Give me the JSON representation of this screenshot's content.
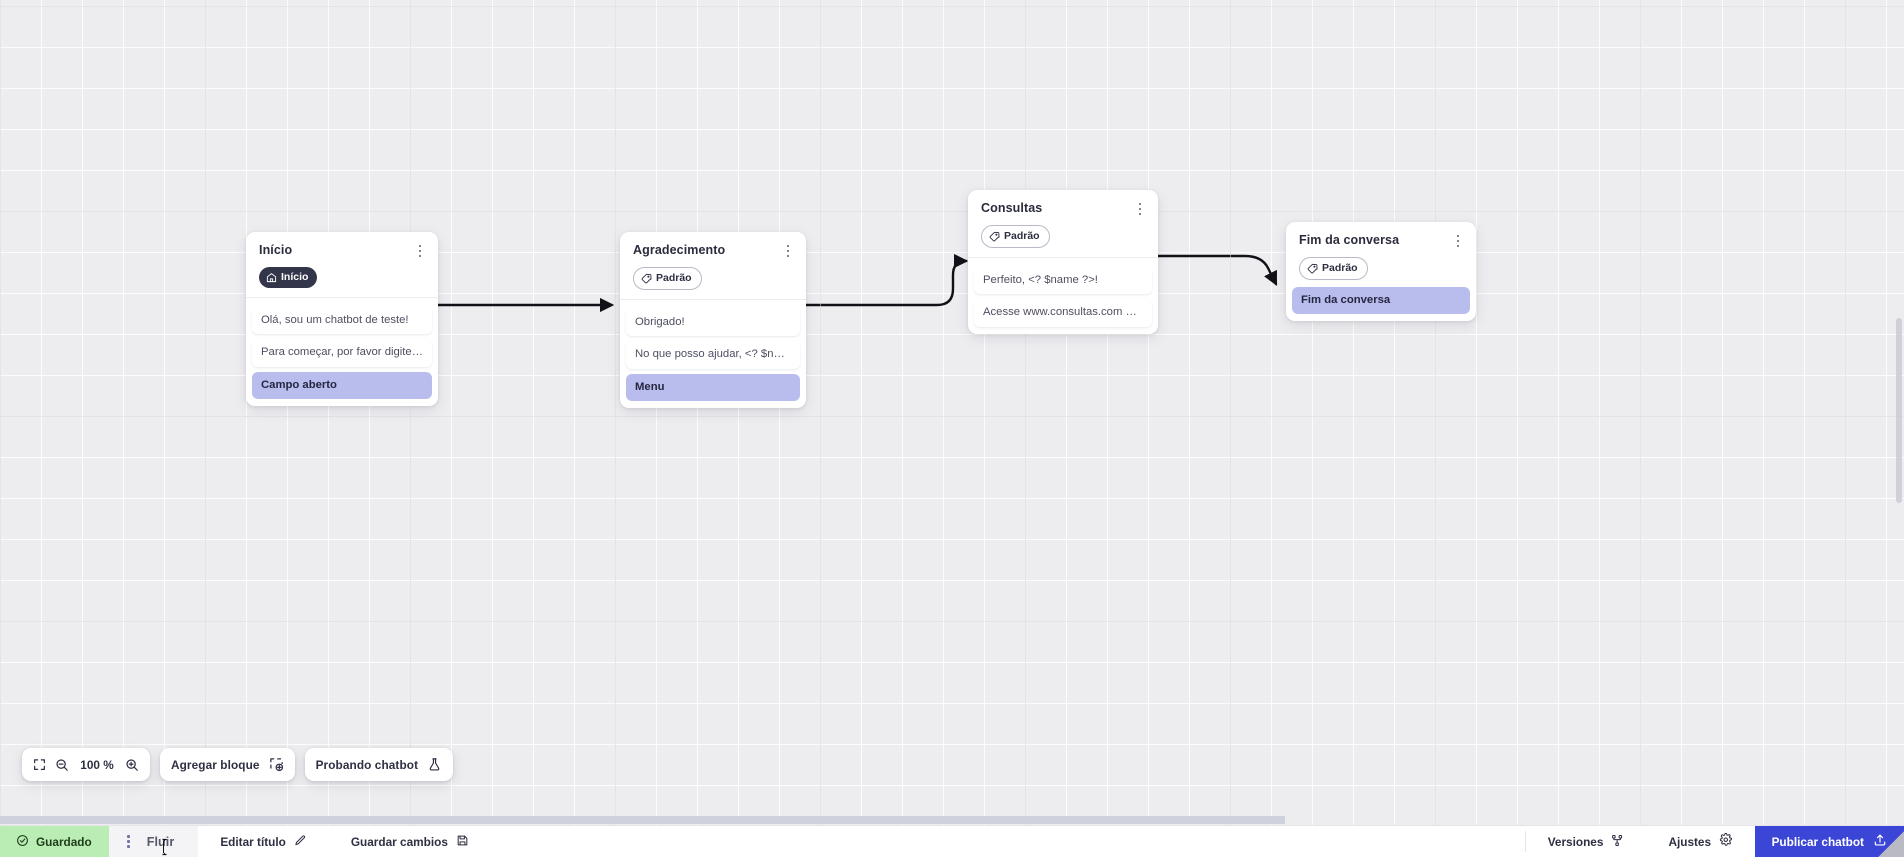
{
  "canvas": {
    "nodes": [
      {
        "id": "inicio",
        "title": "Início",
        "badge": {
          "label": "Início",
          "icon": "home-icon",
          "style": "dark"
        },
        "rows": [
          {
            "text": "Olá, sou um chatbot de teste!",
            "highlight": false
          },
          {
            "text": "Para começar, por favor digite o ...",
            "highlight": false
          },
          {
            "text": "Campo aberto",
            "highlight": true
          }
        ]
      },
      {
        "id": "agradecimento",
        "title": "Agradecimento",
        "badge": {
          "label": "Padrão",
          "icon": "tag-icon",
          "style": "outline"
        },
        "rows": [
          {
            "text": "Obrigado!",
            "highlight": false
          },
          {
            "text": "No que posso ajudar, <? $name ...",
            "highlight": false
          },
          {
            "text": "Menu",
            "highlight": true
          }
        ]
      },
      {
        "id": "consultas",
        "title": "Consultas",
        "badge": {
          "label": "Padrão",
          "icon": "tag-icon",
          "style": "outline"
        },
        "rows": [
          {
            "text": "Perfeito, <? $name ?>!",
            "highlight": false
          },
          {
            "text": "Acesse www.consultas.com par...",
            "highlight": false
          }
        ]
      },
      {
        "id": "fim-da-conversa",
        "title": "Fim da conversa",
        "badge": {
          "label": "Padrão",
          "icon": "tag-icon",
          "style": "outline"
        },
        "rows": [
          {
            "text": "Fim da conversa",
            "highlight": true
          }
        ]
      }
    ]
  },
  "toolbar": {
    "fit_icon": "fit-screen-icon",
    "zoom_out_icon": "zoom-out-icon",
    "zoom_level": "100 %",
    "zoom_in_icon": "zoom-in-icon",
    "add_block_label": "Agregar bloque",
    "add_block_icon": "add-block-icon",
    "test_chatbot_label": "Probando chatbot",
    "test_chatbot_icon": "flask-icon"
  },
  "statusbar": {
    "saved_label": "Guardado",
    "saved_icon": "check-circle-icon",
    "tab_label": "Fluir",
    "tab_kebab_icon": "kebab-menu-icon",
    "edit_title_label": "Editar título",
    "edit_title_icon": "pencil-icon",
    "save_changes_label": "Guardar cambios",
    "save_changes_icon": "floppy-disk-icon",
    "versions_label": "Versiones",
    "versions_icon": "branch-icon",
    "settings_label": "Ajustes",
    "settings_icon": "gear-icon",
    "publish_label": "Publicar chatbot",
    "publish_icon": "upload-icon"
  },
  "colors": {
    "canvas_bg": "#ededf0",
    "saved_green": "#b9edb3",
    "publish_blue": "#3c46d6",
    "highlight_lavender": "#b9bdee",
    "badge_dark": "#33354a"
  }
}
